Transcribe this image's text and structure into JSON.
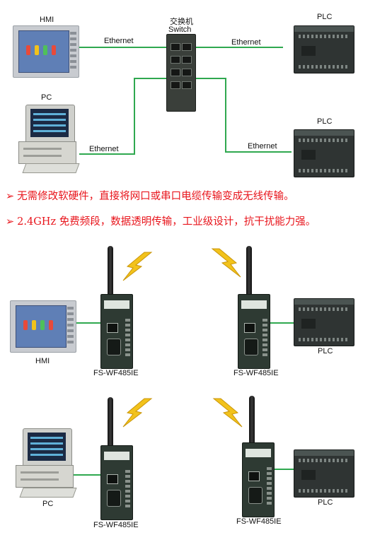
{
  "top_diagram": {
    "hmi_label": "HMI",
    "switch_label_cn": "交换机",
    "switch_label_en": "Switch",
    "plc_label_1": "PLC",
    "plc_label_2": "PLC",
    "pc_label": "PC",
    "link_hmi_switch": "Ethernet",
    "link_switch_plc1": "Ethernet",
    "link_pc_switch": "Ethernet",
    "link_switch_plc2": "Ethernet",
    "link_color": "#2fa84f"
  },
  "features": {
    "arrow": "➢",
    "line1": "无需修改软硬件，直接将网口或串口电缆传输变成无线传输。",
    "line2": "2.4GHz 免费频段，数据透明传输，工业级设计，抗干扰能力强。",
    "color": "#e8141b"
  },
  "wireless_diagram": {
    "row1": {
      "left_device_label": "HMI",
      "left_module_label": "FS-WF485IE",
      "right_module_label": "FS-WF485IE",
      "right_device_label": "PLC"
    },
    "row2": {
      "left_device_label": "PC",
      "left_module_label": "FS-WF485IE",
      "right_module_label": "FS-WF485IE",
      "right_device_label": "PLC"
    },
    "wireless_icon": "lightning-bolt-icon",
    "bolt_color": "#f2c21b"
  }
}
